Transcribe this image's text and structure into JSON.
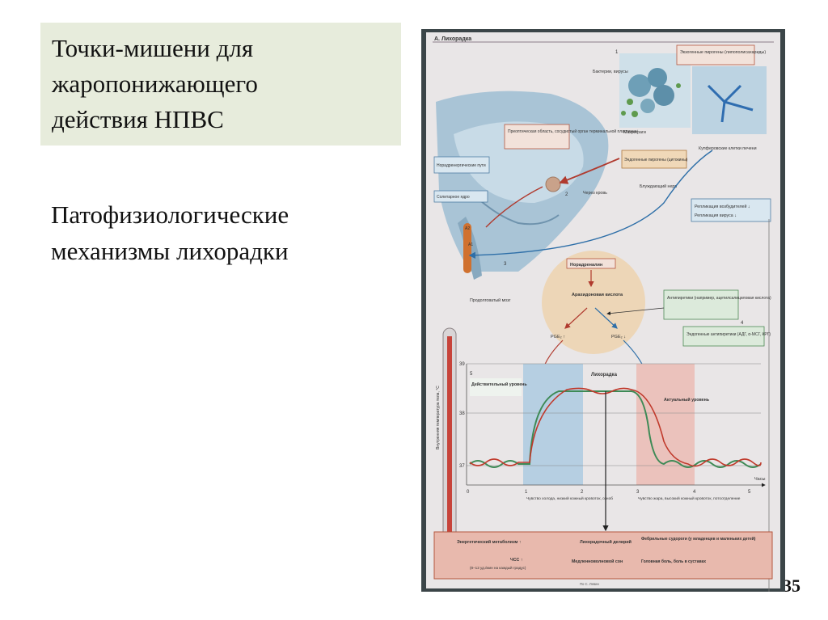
{
  "slide": {
    "title_lines": [
      "Точки-мишени для",
      "жаропонижающего",
      "действия НПВС"
    ],
    "subtitle_lines": [
      "Патофизиологические",
      "механизмы лихорадки"
    ],
    "page_number": "35"
  },
  "figure": {
    "heading": "А. Лихорадка",
    "labels": {
      "bacteria": "Бактерии, вирусы",
      "macrophages": "Макрофаги",
      "exo_pyrogens": "Экзогенные пирогены (липополисахариды)",
      "kupffer": "Купферовские клетки печени",
      "preoptic": "Преоптическая область, сосудистый орган терминальной пластинки",
      "noradrenergic": "Норадренергические пути",
      "endo_pyrogens": "Эндогенные пирогены (цитокины)",
      "via_blood": "Через кровь",
      "vagus": "Блуждающий нерв",
      "solitary": "Солитарное ядро",
      "replication_agents": "Репликация возбудителей ↓",
      "replication_virus": "Репликация вируса ↓",
      "medulla": "Продолговатый мозг",
      "noradrenaline": "Норадреналин",
      "arachidonic": "Арахидоновая кислота",
      "pge_up": "PGE₂ ↑",
      "pge_down": "PGE₂ ↓",
      "antipyretics": "Антипиретики (например, ацетилсалициловая кислота)",
      "endo_antipyretics": "Эндогенные антипиретики (АДГ, α-МСГ, КРГ)",
      "actual_setpoint": "Действительный уровень",
      "fever": "Лихорадка",
      "actual_level": "Актуальный уровень",
      "axis_y": "Внутренняя температура тела, °С",
      "axis_x": "Часы",
      "cold": "Чувство холода, низкий кожный кровоток, озноб",
      "heat": "Чувство жара, высокий кожный кровоток, потоотделение",
      "energy": "Энергетический метаболизм ↑",
      "hr": "ЧСС ↑",
      "hr_note": "(8–12 уд./мин на каждый градус)",
      "fever_deficit": "Лихорадочный делирий",
      "slow_sleep": "Медленноволновой сон",
      "febrile_seizures": "Фебрильные судороги (у младенцев и маленьких детей)",
      "headache": "Головная боль, боль в суставах",
      "credit": "По С. Левин",
      "num1": "1",
      "num2": "2",
      "num3": "3",
      "num4": "4",
      "num5": "5",
      "a1": "A1",
      "a2": "A2"
    },
    "y_ticks": [
      "39",
      "38",
      "37"
    ],
    "x_ticks": [
      "0",
      "1",
      "2",
      "3",
      "4",
      "5"
    ]
  }
}
